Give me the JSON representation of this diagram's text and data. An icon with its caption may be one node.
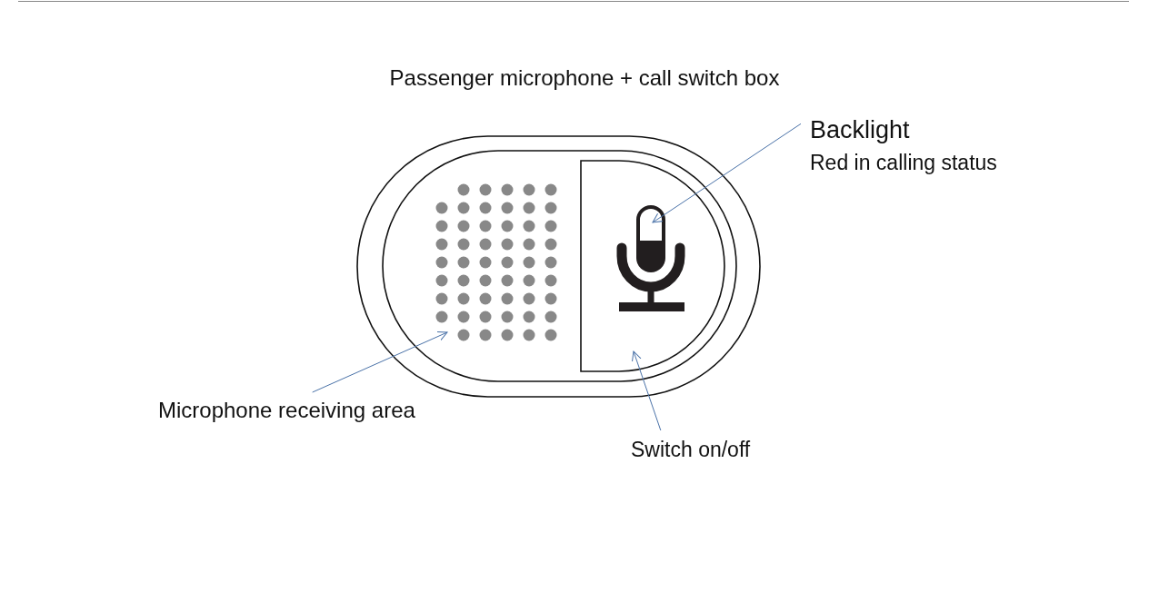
{
  "diagram": {
    "title": "Passenger microphone + call switch box",
    "nodes": [
      {
        "text": [
          "Backlight",
          "Red in calling status"
        ]
      },
      {
        "text": [
          "Microphone receiving area"
        ]
      },
      {
        "text": [
          "Switch on/off"
        ]
      }
    ],
    "edges": [
      {
        "from": 0,
        "to": null,
        "arrow": "to"
      },
      {
        "from": 1,
        "to": null,
        "arrow": "to"
      },
      {
        "from": 2,
        "to": null,
        "arrow": "to"
      }
    ]
  }
}
